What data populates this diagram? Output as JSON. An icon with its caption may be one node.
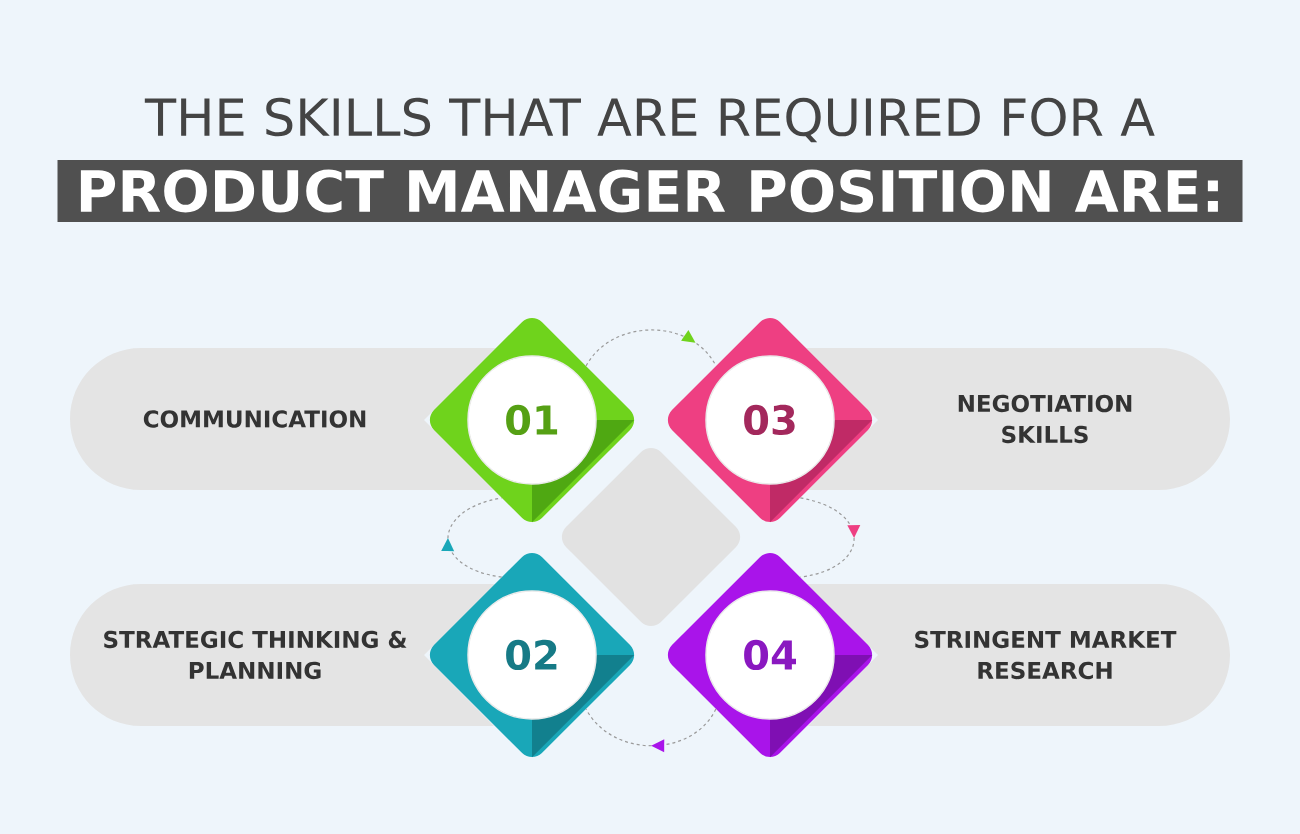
{
  "diagram": {
    "title": "THE SKILLS THAT ARE REQUIRED FOR A",
    "nodes": [
      {
        "text": [
          "COMMUNICATION"
        ]
      },
      {
        "text": [],
        "shape": "diamond"
      },
      {
        "text": [
          "01"
        ],
        "in": 1
      },
      {
        "text": [],
        "shape": "diamond"
      },
      {
        "text": [
          "03"
        ],
        "in": 3
      },
      {
        "text": [
          "NEGOTIATION SKILLS"
        ]
      },
      {
        "text": [],
        "shape": "diamond"
      },
      {
        "text": [
          "STRATEGIC THINKING & PLANNING"
        ]
      },
      {
        "text": [],
        "shape": "diamond"
      },
      {
        "text": [
          "02"
        ],
        "in": 8
      },
      {
        "text": [],
        "shape": "diamond"
      },
      {
        "text": [
          "04"
        ],
        "in": 10
      },
      {
        "text": [
          "STRINGENT MARKET RESEARCH"
        ]
      }
    ],
    "edges": [
      {
        "from": 1,
        "to": 3,
        "arrow": "to",
        "style": "dashed"
      },
      {
        "from": 3,
        "to": 10,
        "arrow": "to",
        "style": "dashed"
      },
      {
        "from": 10,
        "to": 8,
        "arrow": "to",
        "style": "dashed"
      },
      {
        "from": 8,
        "to": 1,
        "arrow": "to",
        "style": "dashed"
      }
    ],
    "labels": [
      "PRODUCT MANAGER POSITION ARE:"
    ]
  }
}
